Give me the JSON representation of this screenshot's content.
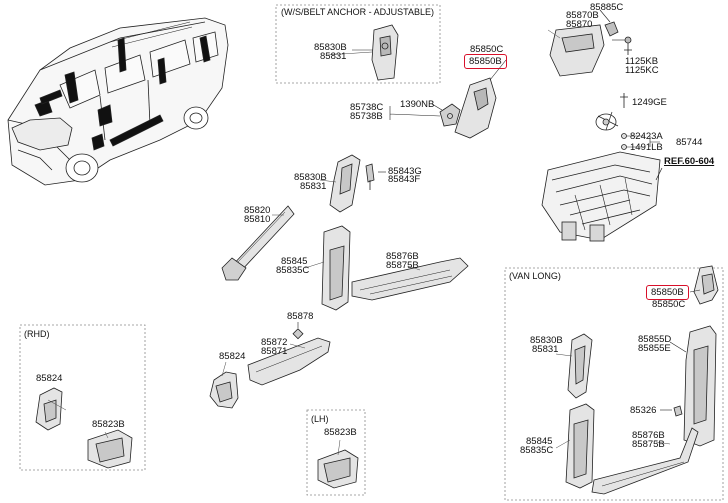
{
  "colors": {
    "highlight": "#d8102a",
    "part_fill": "#e4e4e4",
    "part_dark": "#b8b8b8",
    "line": "#222222",
    "dash": "#8a8a8a"
  },
  "boxes": {
    "anchor": {
      "title": "(W/S/BELT ANCHOR - ADJUSTABLE)"
    },
    "van_long": {
      "title": "(VAN LONG)"
    },
    "rhd": {
      "title": "(RHD)"
    },
    "lh": {
      "title": "(LH)"
    }
  },
  "labels": {
    "p85885C": "85885C",
    "p85870B": "85870B",
    "p85870": "85870",
    "p1125KB": "1125KB",
    "p1125KC": "1125KC",
    "p1249GE": "1249GE",
    "p82423A": "82423A",
    "p1491LB": "1491LB",
    "p85744": "85744",
    "ref": "REF.60-604",
    "anchor_85830B": "85830B",
    "anchor_85831": "85831",
    "p85850C_top": "85850C",
    "p85850B_top": "85850B",
    "p85738C": "85738C",
    "p85738B": "85738B",
    "p1390NB": "1390NB",
    "b_85830B": "85830B",
    "b_85831": "85831",
    "p85843G": "85843G",
    "p85843F": "85843F",
    "p85820": "85820",
    "p85810": "85810",
    "p85845": "85845",
    "p85835C": "85835C",
    "p85876B": "85876B",
    "p85875B": "85875B",
    "p85878": "85878",
    "p85872": "85872",
    "p85871": "85871",
    "p85824": "85824",
    "rhd_85824": "85824",
    "rhd_85823B": "85823B",
    "lh_85823B": "85823B",
    "van_85850B": "85850B",
    "van_85850C": "85850C",
    "van_85830B": "85830B",
    "van_85831": "85831",
    "van_85855D": "85855D",
    "van_85855E": "85855E",
    "van_85326": "85326",
    "van_85845": "85845",
    "van_85835C": "85835C",
    "van_85876B": "85876B",
    "van_85875B": "85875B"
  }
}
